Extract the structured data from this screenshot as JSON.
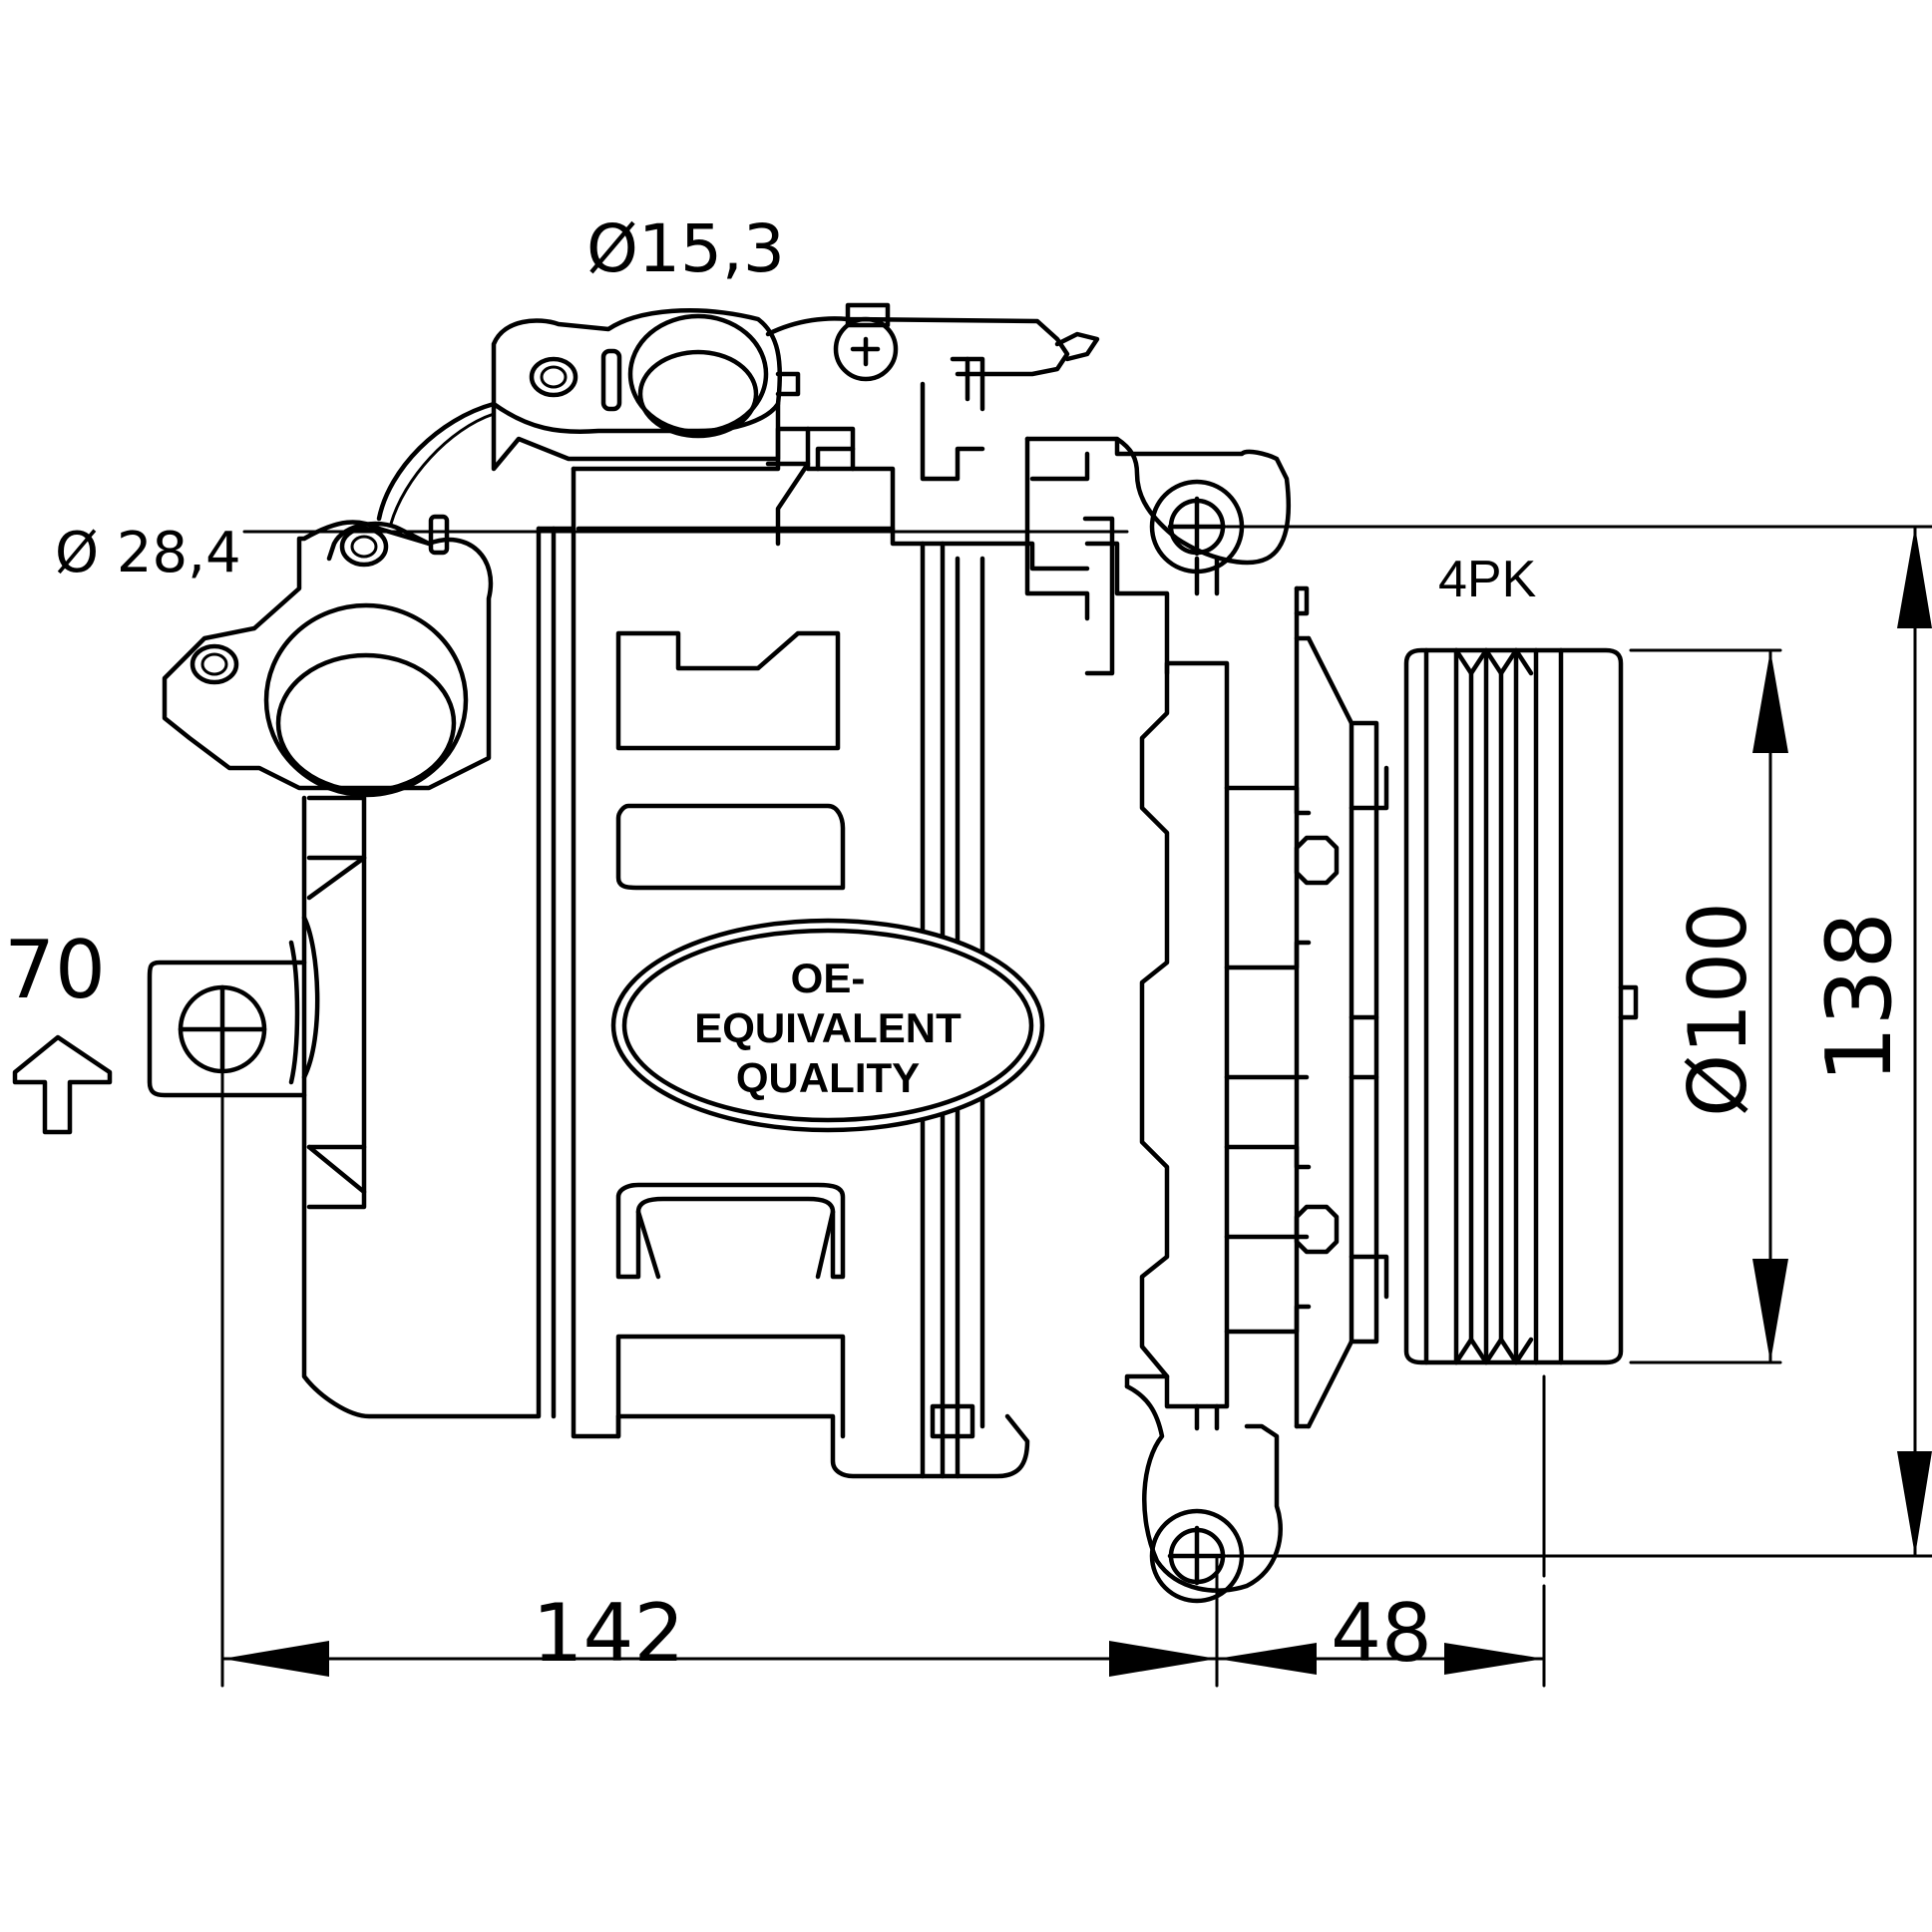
{
  "diagram": {
    "subject": "air-conditioning-compressor",
    "dimensions": {
      "pipe_1_diameter": "Ø15,3",
      "pipe_2_diameter": "Ø 28,4",
      "belt_profile": "4PK",
      "pulley_diameter": "Ø100",
      "height_overall": "138",
      "mount_to_mount_length": "142",
      "pulley_offset": "48",
      "mount_hole": "70"
    },
    "badge": {
      "line1": "OE-",
      "line2": "EQUIVALENT",
      "line3": "QUALITY"
    }
  }
}
